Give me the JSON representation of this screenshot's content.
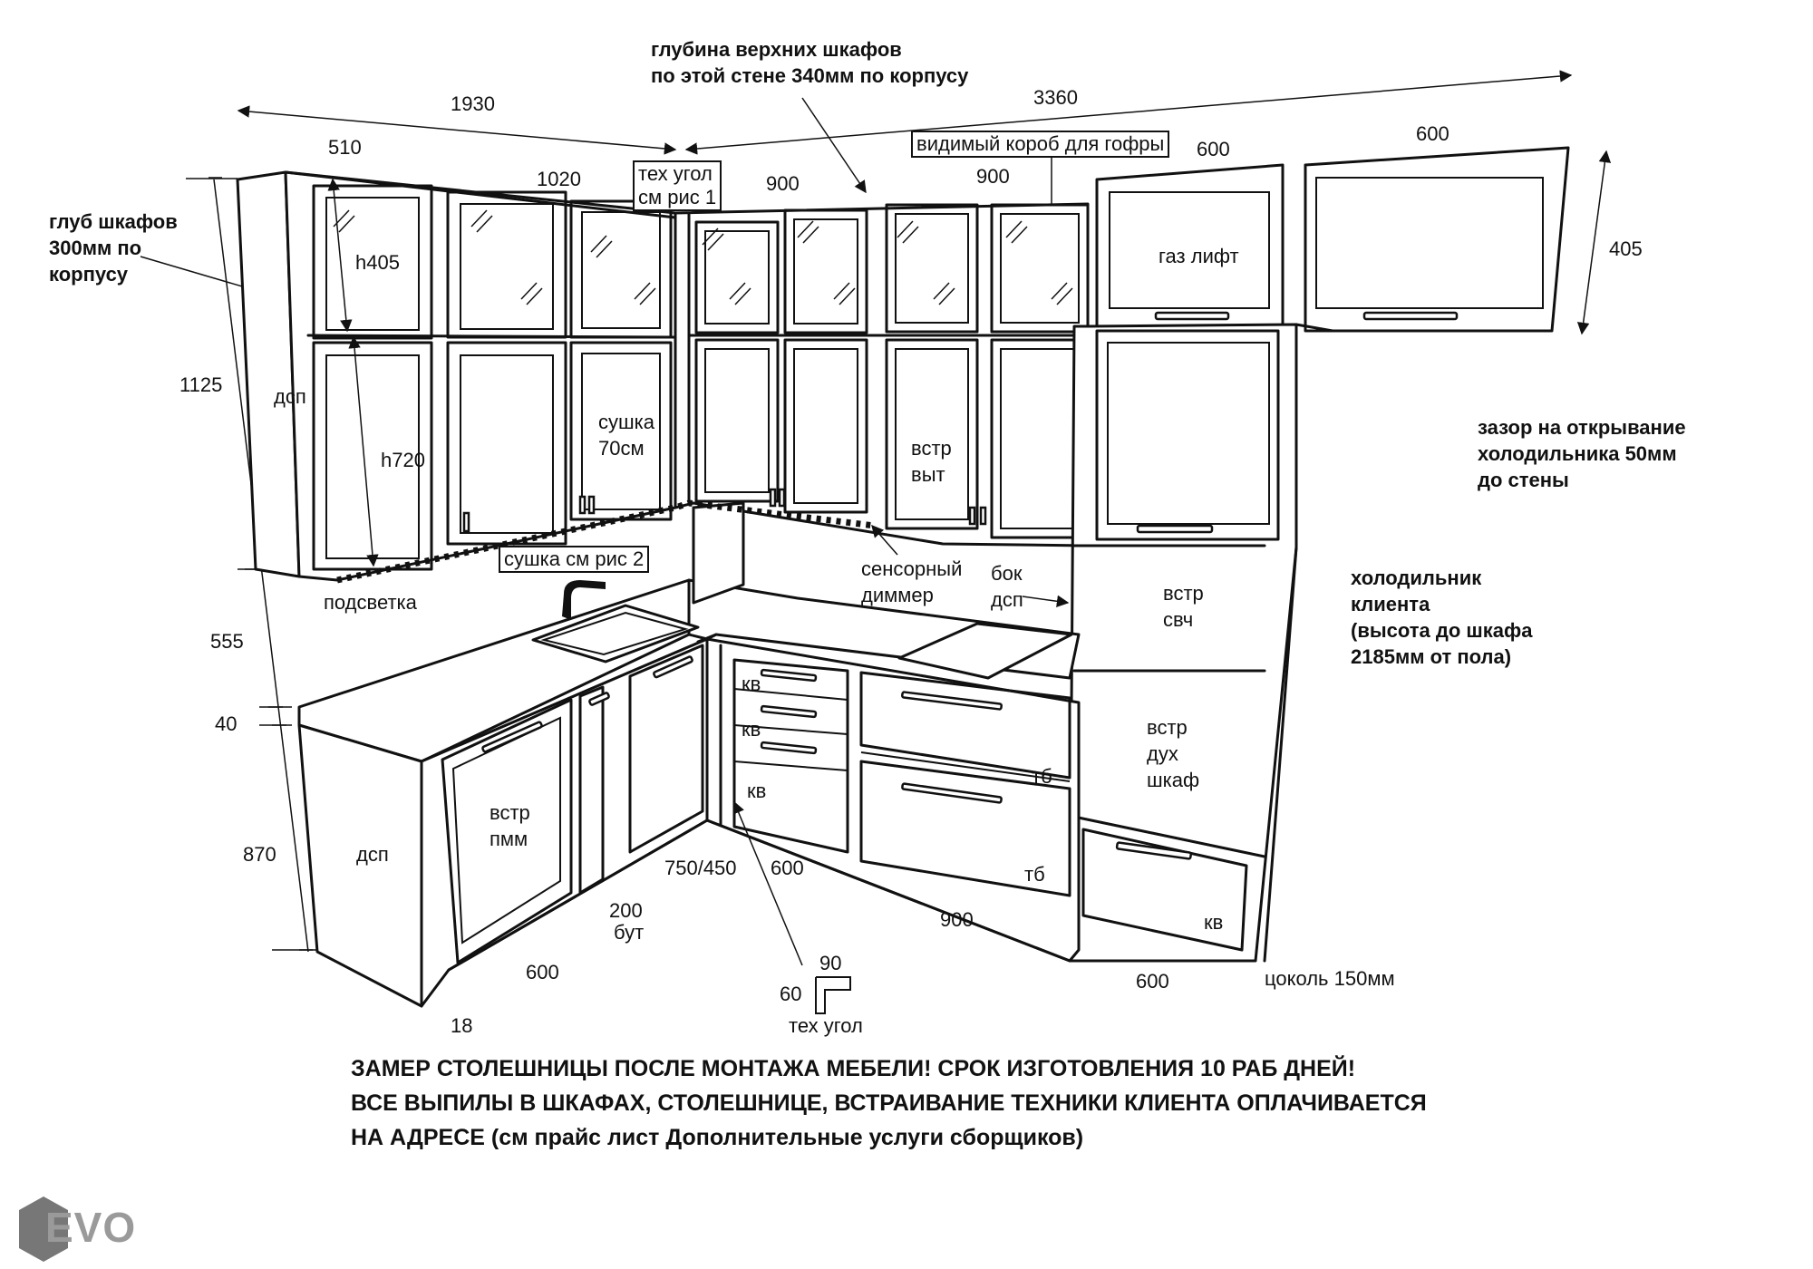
{
  "dims": {
    "upper_left_len": "1930",
    "upper_right_len": "3360",
    "w510": "510",
    "w1020": "1020",
    "w900a": "900",
    "w900b": "900",
    "w600a": "600",
    "w600b": "600",
    "h405_right": "405",
    "h1125": "1125",
    "h555": "555",
    "h40": "40",
    "h870": "870",
    "w18": "18",
    "w600_bottom_left": "600",
    "w200": "200",
    "but": "бут",
    "w750_450": "750/450",
    "w600_mid": "600",
    "w900_bottom": "900",
    "w600_bottom_right": "600",
    "tech_corner_90": "90",
    "tech_corner_60": "60"
  },
  "labels": {
    "upper_depth_note": [
      "глубина верхних шкафов",
      "по этой стене 340мм по корпусу"
    ],
    "left_depth_note": [
      "глуб шкафов",
      "300мм по",
      "корпусу"
    ],
    "tech_corner_box": [
      "тех угол",
      "см рис 1"
    ],
    "vent_box": "видимый короб для гофры",
    "h405": "h405",
    "h720": "h720",
    "dsp_upper": "дсп",
    "sushka": [
      "сушка",
      "70см"
    ],
    "vstr_vyt": [
      "встр",
      "выт"
    ],
    "gas_lift": "газ лифт",
    "sushka_box": "сушка см рис 2",
    "podsvetka": "подсветка",
    "sensor": [
      "сенсорный",
      "диммер"
    ],
    "bok_dsp": [
      "бок",
      "дсп"
    ],
    "vstr_svch": [
      "встр",
      "свч"
    ],
    "vstr_oven": [
      "встр",
      "дух",
      "шкаф"
    ],
    "fridge_gap": [
      "зазор на открывание",
      "холодильника 50мм",
      "до стены"
    ],
    "fridge": [
      "холодильник",
      "клиента",
      "(высота до шкафа",
      "2185мм от пола)"
    ],
    "kv1": "кв",
    "kv2": "кв",
    "kv3": "кв",
    "kv4": "кв",
    "tb1": "тб",
    "tb2": "тб",
    "vstr_pmm": [
      "встр",
      "пмм"
    ],
    "dsp_lower": "дсп",
    "tech_corner_bottom": "тех угол",
    "plinth": "цоколь 150мм"
  },
  "notes": [
    "ЗАМЕР СТОЛЕШНИЦЫ ПОСЛЕ МОНТАЖА МЕБЕЛИ! СРОК ИЗГОТОВЛЕНИЯ 10 РАБ ДНЕЙ!",
    "ВСЕ ВЫПИЛЫ В ШКАФАХ, СТОЛЕШНИЦЕ, ВСТРАИВАНИЕ ТЕХНИКИ КЛИЕНТА ОПЛАЧИВАЕТСЯ",
    "НА АДРЕСЕ (см прайс лист Дополнительные услуги сборщиков)"
  ],
  "logo": "EVO"
}
